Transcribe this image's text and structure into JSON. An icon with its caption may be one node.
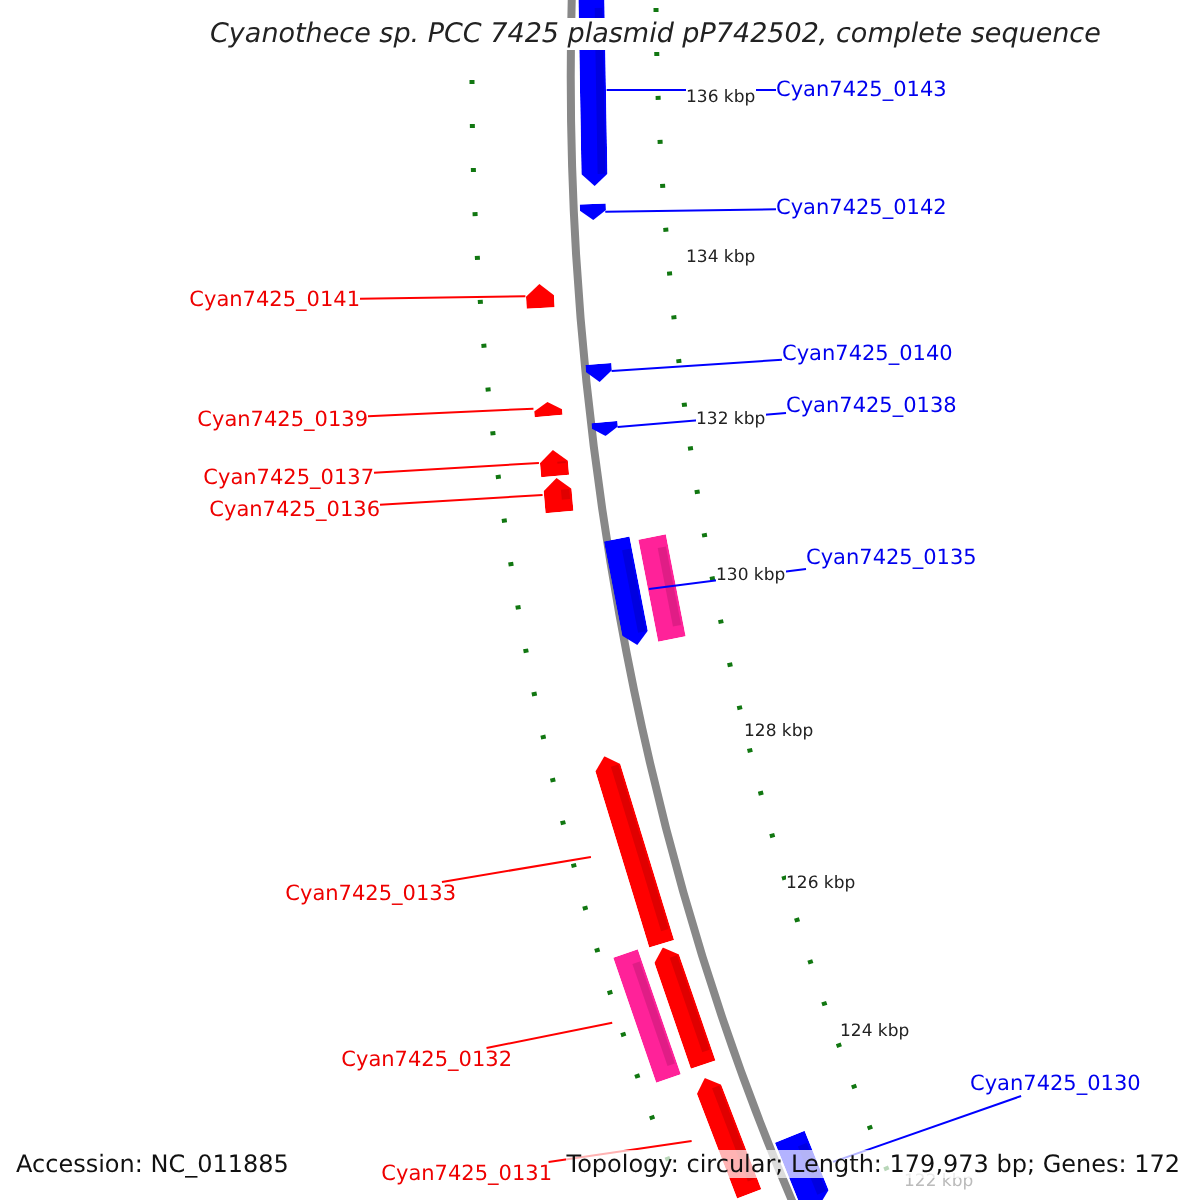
{
  "diagram": {
    "title": "Cyanothece sp. PCC 7425 plasmid pP742502, complete sequence",
    "nodes": [
      {
        "text": [
          "Cyan7425_0143"
        ]
      },
      {
        "text": [],
        "shape": "arrow"
      },
      {
        "text": [
          "Cyan7425_0142"
        ]
      },
      {
        "text": [],
        "shape": "arrow"
      },
      {
        "text": [
          "Cyan7425_0141"
        ]
      },
      {
        "text": [],
        "shape": "arrow"
      },
      {
        "text": [
          "Cyan7425_0140"
        ]
      },
      {
        "text": [],
        "shape": "arrow"
      },
      {
        "text": [
          "Cyan7425_0139"
        ]
      },
      {
        "text": [],
        "shape": "arrow"
      },
      {
        "text": [
          "Cyan7425_0138"
        ]
      },
      {
        "text": [],
        "shape": "arrow"
      },
      {
        "text": [
          "Cyan7425_0137"
        ]
      },
      {
        "text": [],
        "shape": "arrow"
      },
      {
        "text": [
          "Cyan7425_0136"
        ]
      },
      {
        "text": [],
        "shape": "arrow"
      },
      {
        "text": [
          "Cyan7425_0135"
        ]
      },
      {
        "text": [],
        "shape": "arrow"
      },
      {
        "text": [],
        "shape": "bar"
      },
      {
        "text": [
          "Cyan7425_0133"
        ]
      },
      {
        "text": [],
        "shape": "arrow"
      },
      {
        "text": [
          "Cyan7425_0132"
        ]
      },
      {
        "text": [],
        "shape": "bar"
      },
      {
        "text": [],
        "shape": "arrow"
      },
      {
        "text": [
          "Cyan7425_0131"
        ]
      },
      {
        "text": [],
        "shape": "arrow"
      },
      {
        "text": [
          "Cyan7425_0130"
        ]
      },
      {
        "text": [],
        "shape": "arrow"
      }
    ],
    "edges": [
      {
        "from": 0,
        "to": 1,
        "arrow": "none",
        "color": "#0000ff"
      },
      {
        "from": 2,
        "to": 3,
        "arrow": "none",
        "color": "#0000ff"
      },
      {
        "from": 4,
        "to": 5,
        "arrow": "none"
      },
      {
        "from": 6,
        "to": 7,
        "arrow": "none",
        "color": "#0000ff"
      },
      {
        "from": 8,
        "to": 9,
        "arrow": "none"
      },
      {
        "from": 10,
        "to": 11,
        "arrow": "none",
        "color": "#0000ff"
      },
      {
        "from": 12,
        "to": 13,
        "arrow": "none"
      },
      {
        "from": 14,
        "to": 15,
        "arrow": "none"
      },
      {
        "from": 16,
        "to": 17,
        "arrow": "none",
        "color": "#0000ff"
      },
      {
        "from": 19,
        "to": 20,
        "arrow": "none"
      },
      {
        "from": 21,
        "to": 22,
        "arrow": "none"
      },
      {
        "from": 24,
        "to": 25,
        "arrow": "none"
      },
      {
        "from": 26,
        "to": 27,
        "arrow": "none",
        "color": "#0000ff"
      }
    ],
    "labels": [
      "136 kbp",
      "134 kbp",
      "132 kbp",
      "130 kbp",
      "128 kbp",
      "126 kbp",
      "124 kbp",
      "122 kbp",
      "Accession: NC_011885",
      "Topology: circular; Length: 179,973 bp; Genes: 172"
    ]
  }
}
